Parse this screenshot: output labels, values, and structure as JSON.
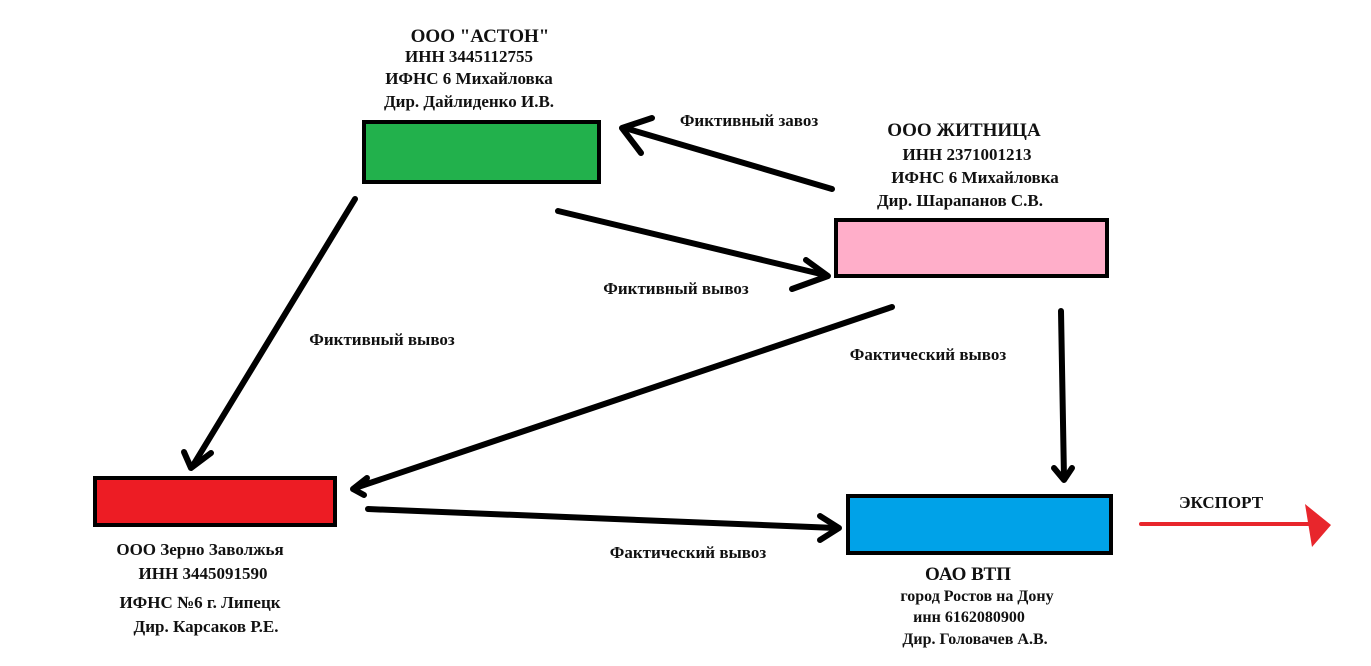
{
  "colors": {
    "aston": "#22b14c",
    "zhitnitsa": "#ffaec9",
    "zerno": "#ed1c24",
    "vtp": "#00a2e8",
    "export": "#e8262c",
    "arrow": "#000000"
  },
  "nodes": {
    "aston": {
      "name": "ООО \"АСТОН\"",
      "inn": "ИНН 3445112755",
      "ifns": "ИФНС 6 Михайловка",
      "director": "Дир. Дайлиденко И.В."
    },
    "zhitnitsa": {
      "name": "ООО ЖИТНИЦА",
      "inn": "ИНН 2371001213",
      "ifns": "ИФНС 6 Михайловка",
      "director": "Дир. Шарапанов С.В."
    },
    "zerno": {
      "name": "ООО Зерно Заволжья",
      "inn": "ИНН 3445091590",
      "ifns": "ИФНС №6 г. Липецк",
      "director": "Дир. Карсаков Р.Е."
    },
    "vtp": {
      "name": "ОАО ВТП",
      "city": "город Ростов на Дону",
      "inn": "инн 6162080900",
      "director": "Дир. Головачев А.В."
    }
  },
  "edges": {
    "zhitnitsa_to_aston": "Фиктивный завоз",
    "aston_to_zhitnitsa": "Фиктивный вывоз",
    "aston_to_zerno": "Фиктивный вывоз",
    "zhitnitsa_to_zerno": "Фактический вывоз",
    "zerno_to_vtp": "Фактический вывоз",
    "export": "ЭКСПОРТ"
  }
}
